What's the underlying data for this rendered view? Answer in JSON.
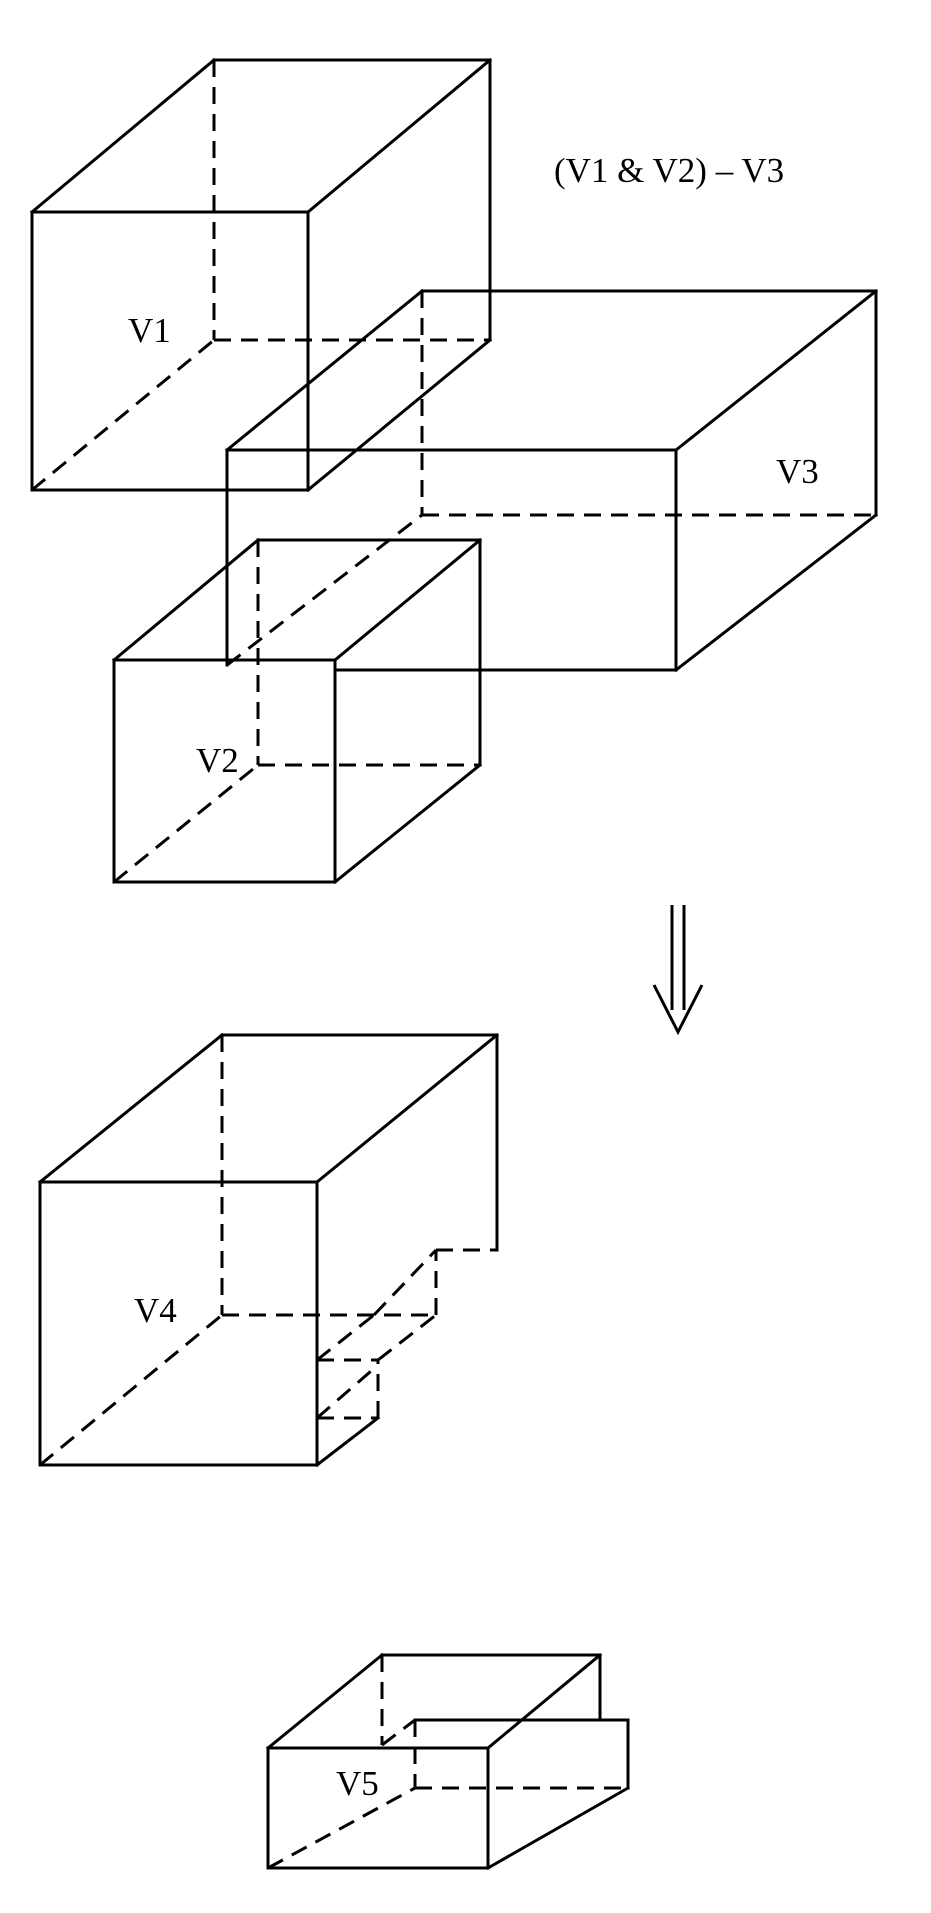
{
  "formula": "(V1 & V2) – V3",
  "labels": {
    "v1": "V1",
    "v2": "V2",
    "v3": "V3",
    "v4": "V4",
    "v5": "V5"
  },
  "arrow": "implies-down-arrow",
  "colors": {
    "line": "#000000",
    "background": "#ffffff"
  }
}
